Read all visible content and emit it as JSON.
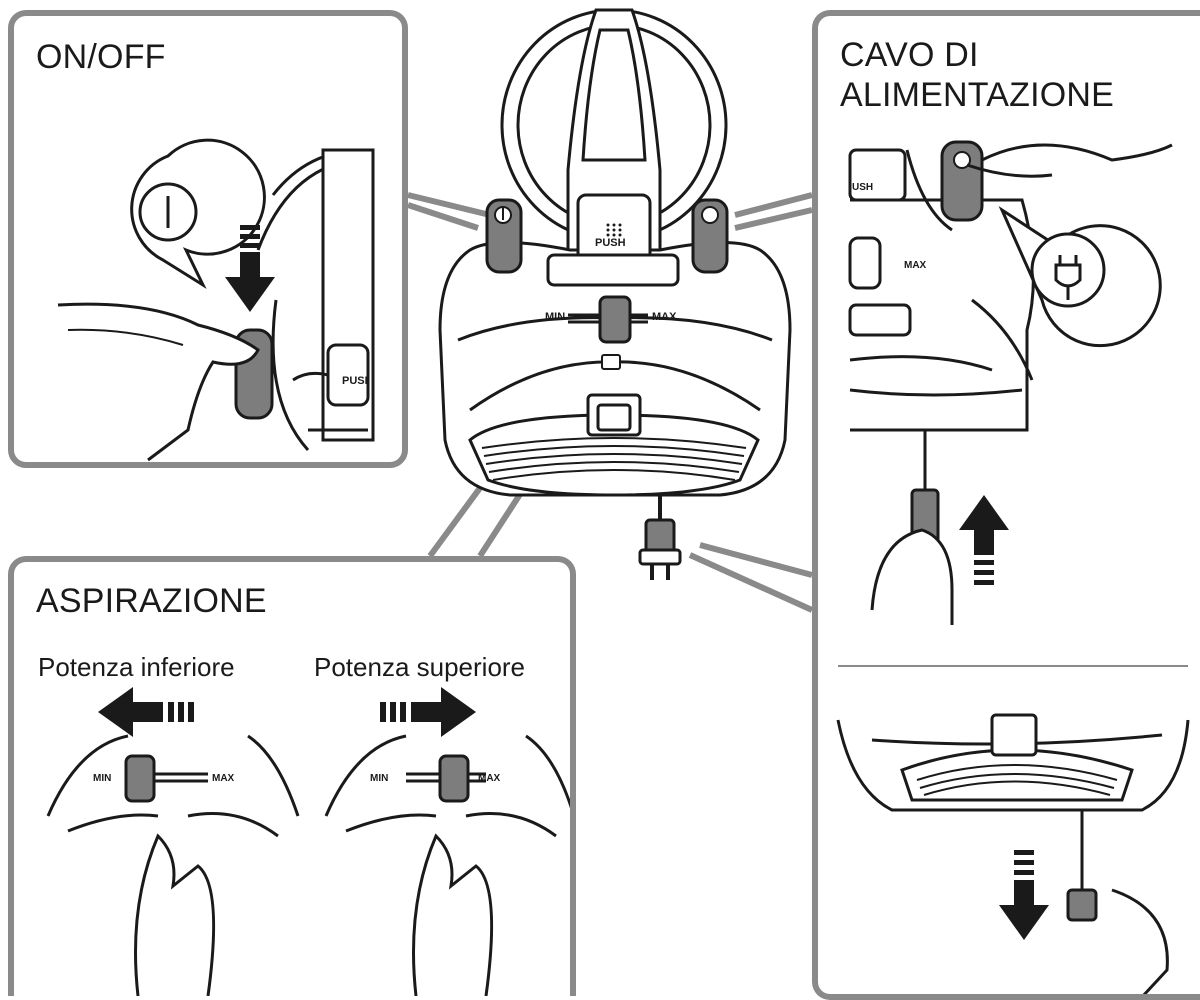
{
  "panels": {
    "onoff": {
      "title": "ON/OFF"
    },
    "cord": {
      "title_line1": "CAVO DI",
      "title_line2": "ALIMENTAZIONE"
    },
    "suction": {
      "title": "ASPIRAZIONE",
      "low_caption": "Potenza inferiore",
      "high_caption": "Potenza superiore"
    }
  },
  "device_labels": {
    "min": "MIN",
    "max": "MAX",
    "push": "PUSH",
    "ush": "USH",
    "push_cut": "PUSI"
  },
  "colors": {
    "panel_border": "#8a8a8a",
    "button_fill": "#7d7d7d",
    "line": "#1a1a1a"
  },
  "icons": {
    "power": "power-symbol-icon",
    "plug": "plug-symbol-icon"
  }
}
